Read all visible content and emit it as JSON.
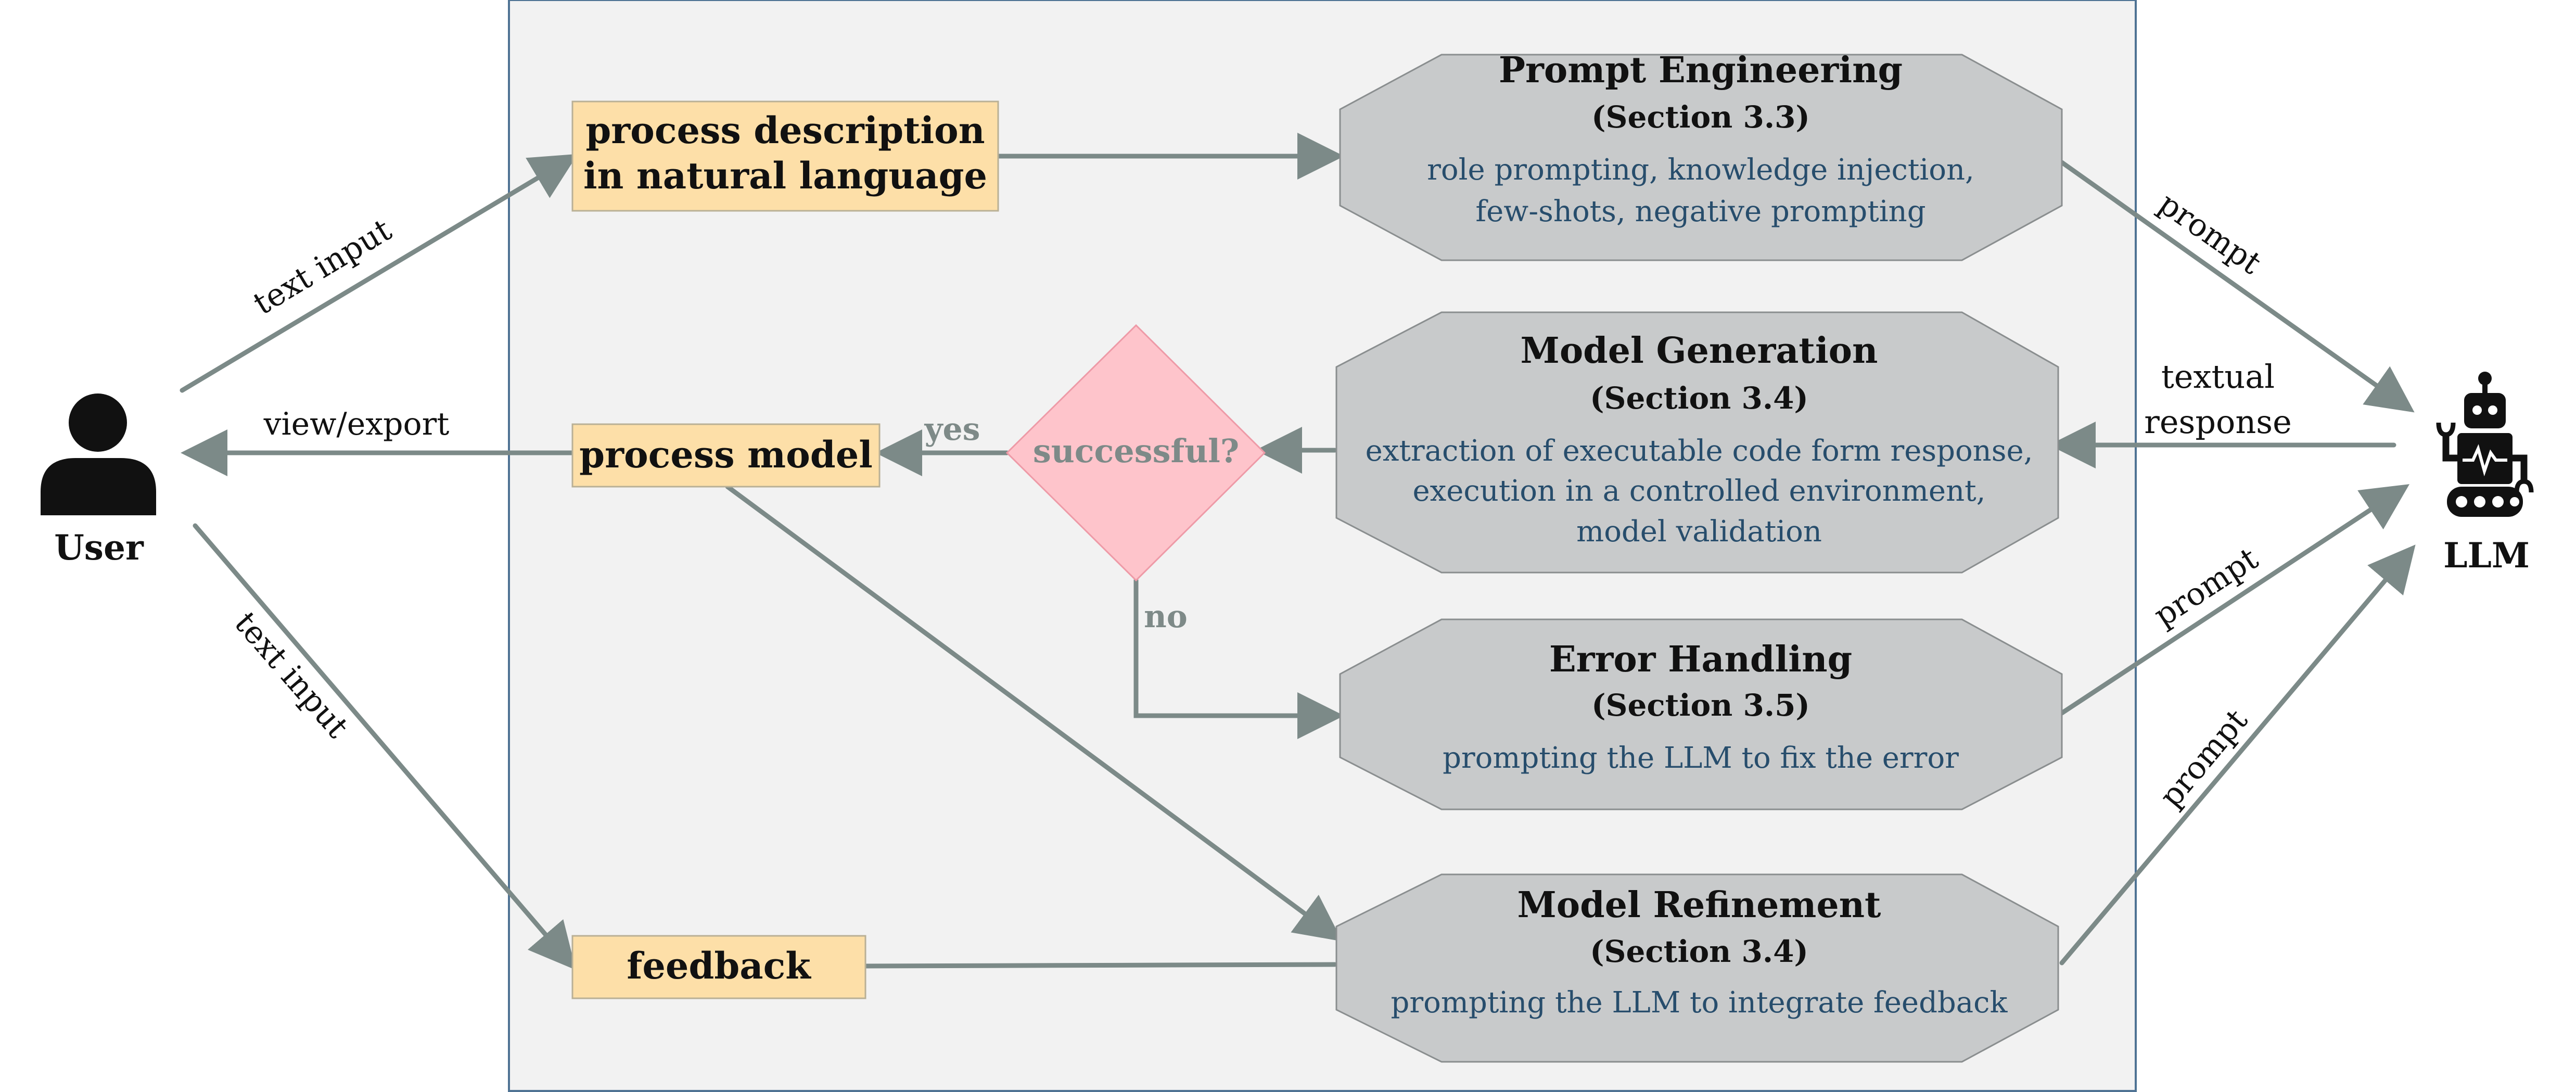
{
  "colors": {
    "container_bg": "#f2f2f2",
    "container_border": "#4f7394",
    "artifact_fill": "#fddfa8",
    "artifact_border": "#b9b096",
    "step_fill": "#c8cacb",
    "step_border": "#8a8e8f",
    "decision_fill": "#fec4cb",
    "decision_border": "#ee9aa7",
    "arrow": "#7c8a88",
    "desc_text": "#274d6c",
    "title_text": "#111111",
    "gray_label": "#7e8a88"
  },
  "actors": {
    "user": {
      "label": "User",
      "icon": "person-icon"
    },
    "llm": {
      "label": "LLM",
      "icon": "robot-icon"
    }
  },
  "artifacts": {
    "process_description": {
      "line1": "process description",
      "line2": "in natural language"
    },
    "process_model": {
      "label": "process model"
    },
    "feedback": {
      "label": "feedback"
    }
  },
  "steps": {
    "prompt_engineering": {
      "title": "Prompt Engineering",
      "section": "(Section 3.3)",
      "desc": [
        "role prompting, knowledge injection,",
        "few-shots, negative prompting"
      ]
    },
    "model_generation": {
      "title": "Model Generation",
      "section": "(Section 3.4)",
      "desc": [
        "extraction of executable code form response,",
        "execution in a controlled environment,",
        "model validation"
      ]
    },
    "error_handling": {
      "title": "Error Handling",
      "section": "(Section 3.5)",
      "desc": [
        "prompting the LLM to fix the error"
      ]
    },
    "model_refinement": {
      "title": "Model Refinement",
      "section": "(Section 3.4)",
      "desc": [
        "prompting the LLM to integrate feedback"
      ]
    }
  },
  "decision": {
    "label": "successful?",
    "yes": "yes",
    "no": "no"
  },
  "edge_labels": {
    "user_to_description": "text input",
    "model_to_user": "view/export",
    "user_to_feedback": "text input",
    "pe_to_llm": "prompt",
    "llm_response_line1": "textual",
    "llm_response_line2": "response",
    "eh_to_llm": "prompt",
    "mr_to_llm": "prompt"
  }
}
